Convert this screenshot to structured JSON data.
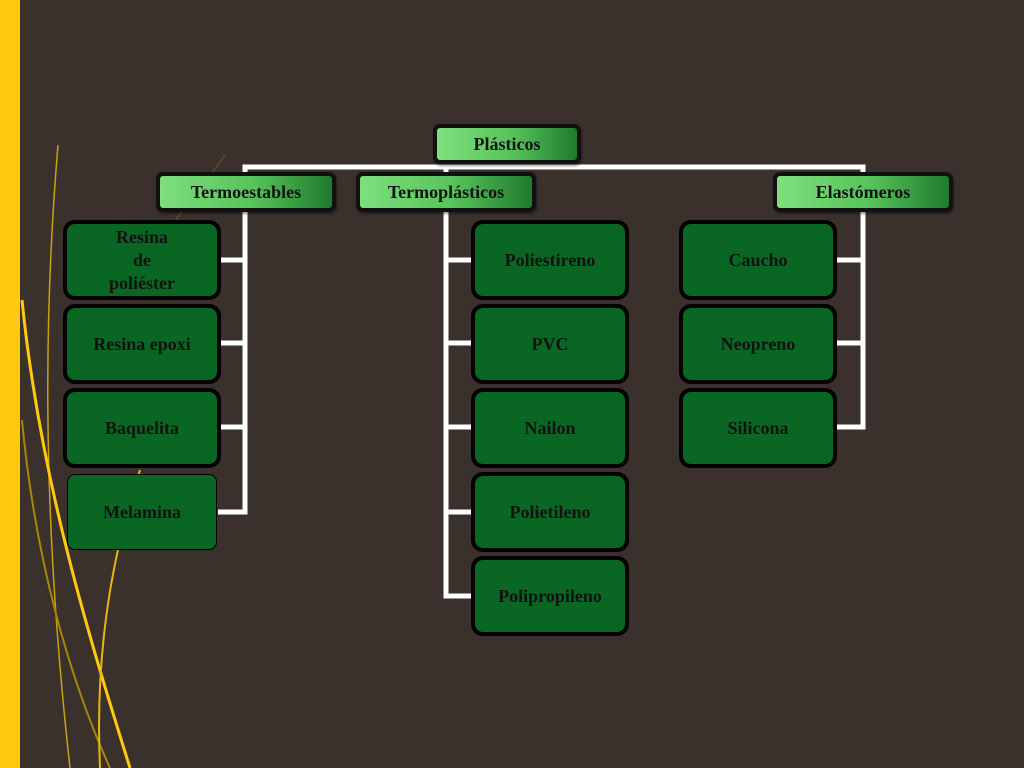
{
  "diagram": {
    "root": {
      "label": "Plásticos"
    },
    "categories": [
      {
        "label": "Termoestables",
        "items": [
          "Resina\nde\npoliéster",
          "Resina epoxi",
          "Baquelita",
          "Melamina"
        ]
      },
      {
        "label": "Termoplásticos",
        "items": [
          "Poliestireno",
          "PVC",
          "Nailon",
          "Polietileno",
          "Polipropileno"
        ]
      },
      {
        "label": "Elastómeros",
        "items": [
          "Caucho",
          "Neopreno",
          "Silicona"
        ]
      }
    ]
  },
  "colors": {
    "background": "#3a302c",
    "accent": "#ffc90e",
    "node_fill": "#0a6623",
    "connector": "#ffffff"
  }
}
